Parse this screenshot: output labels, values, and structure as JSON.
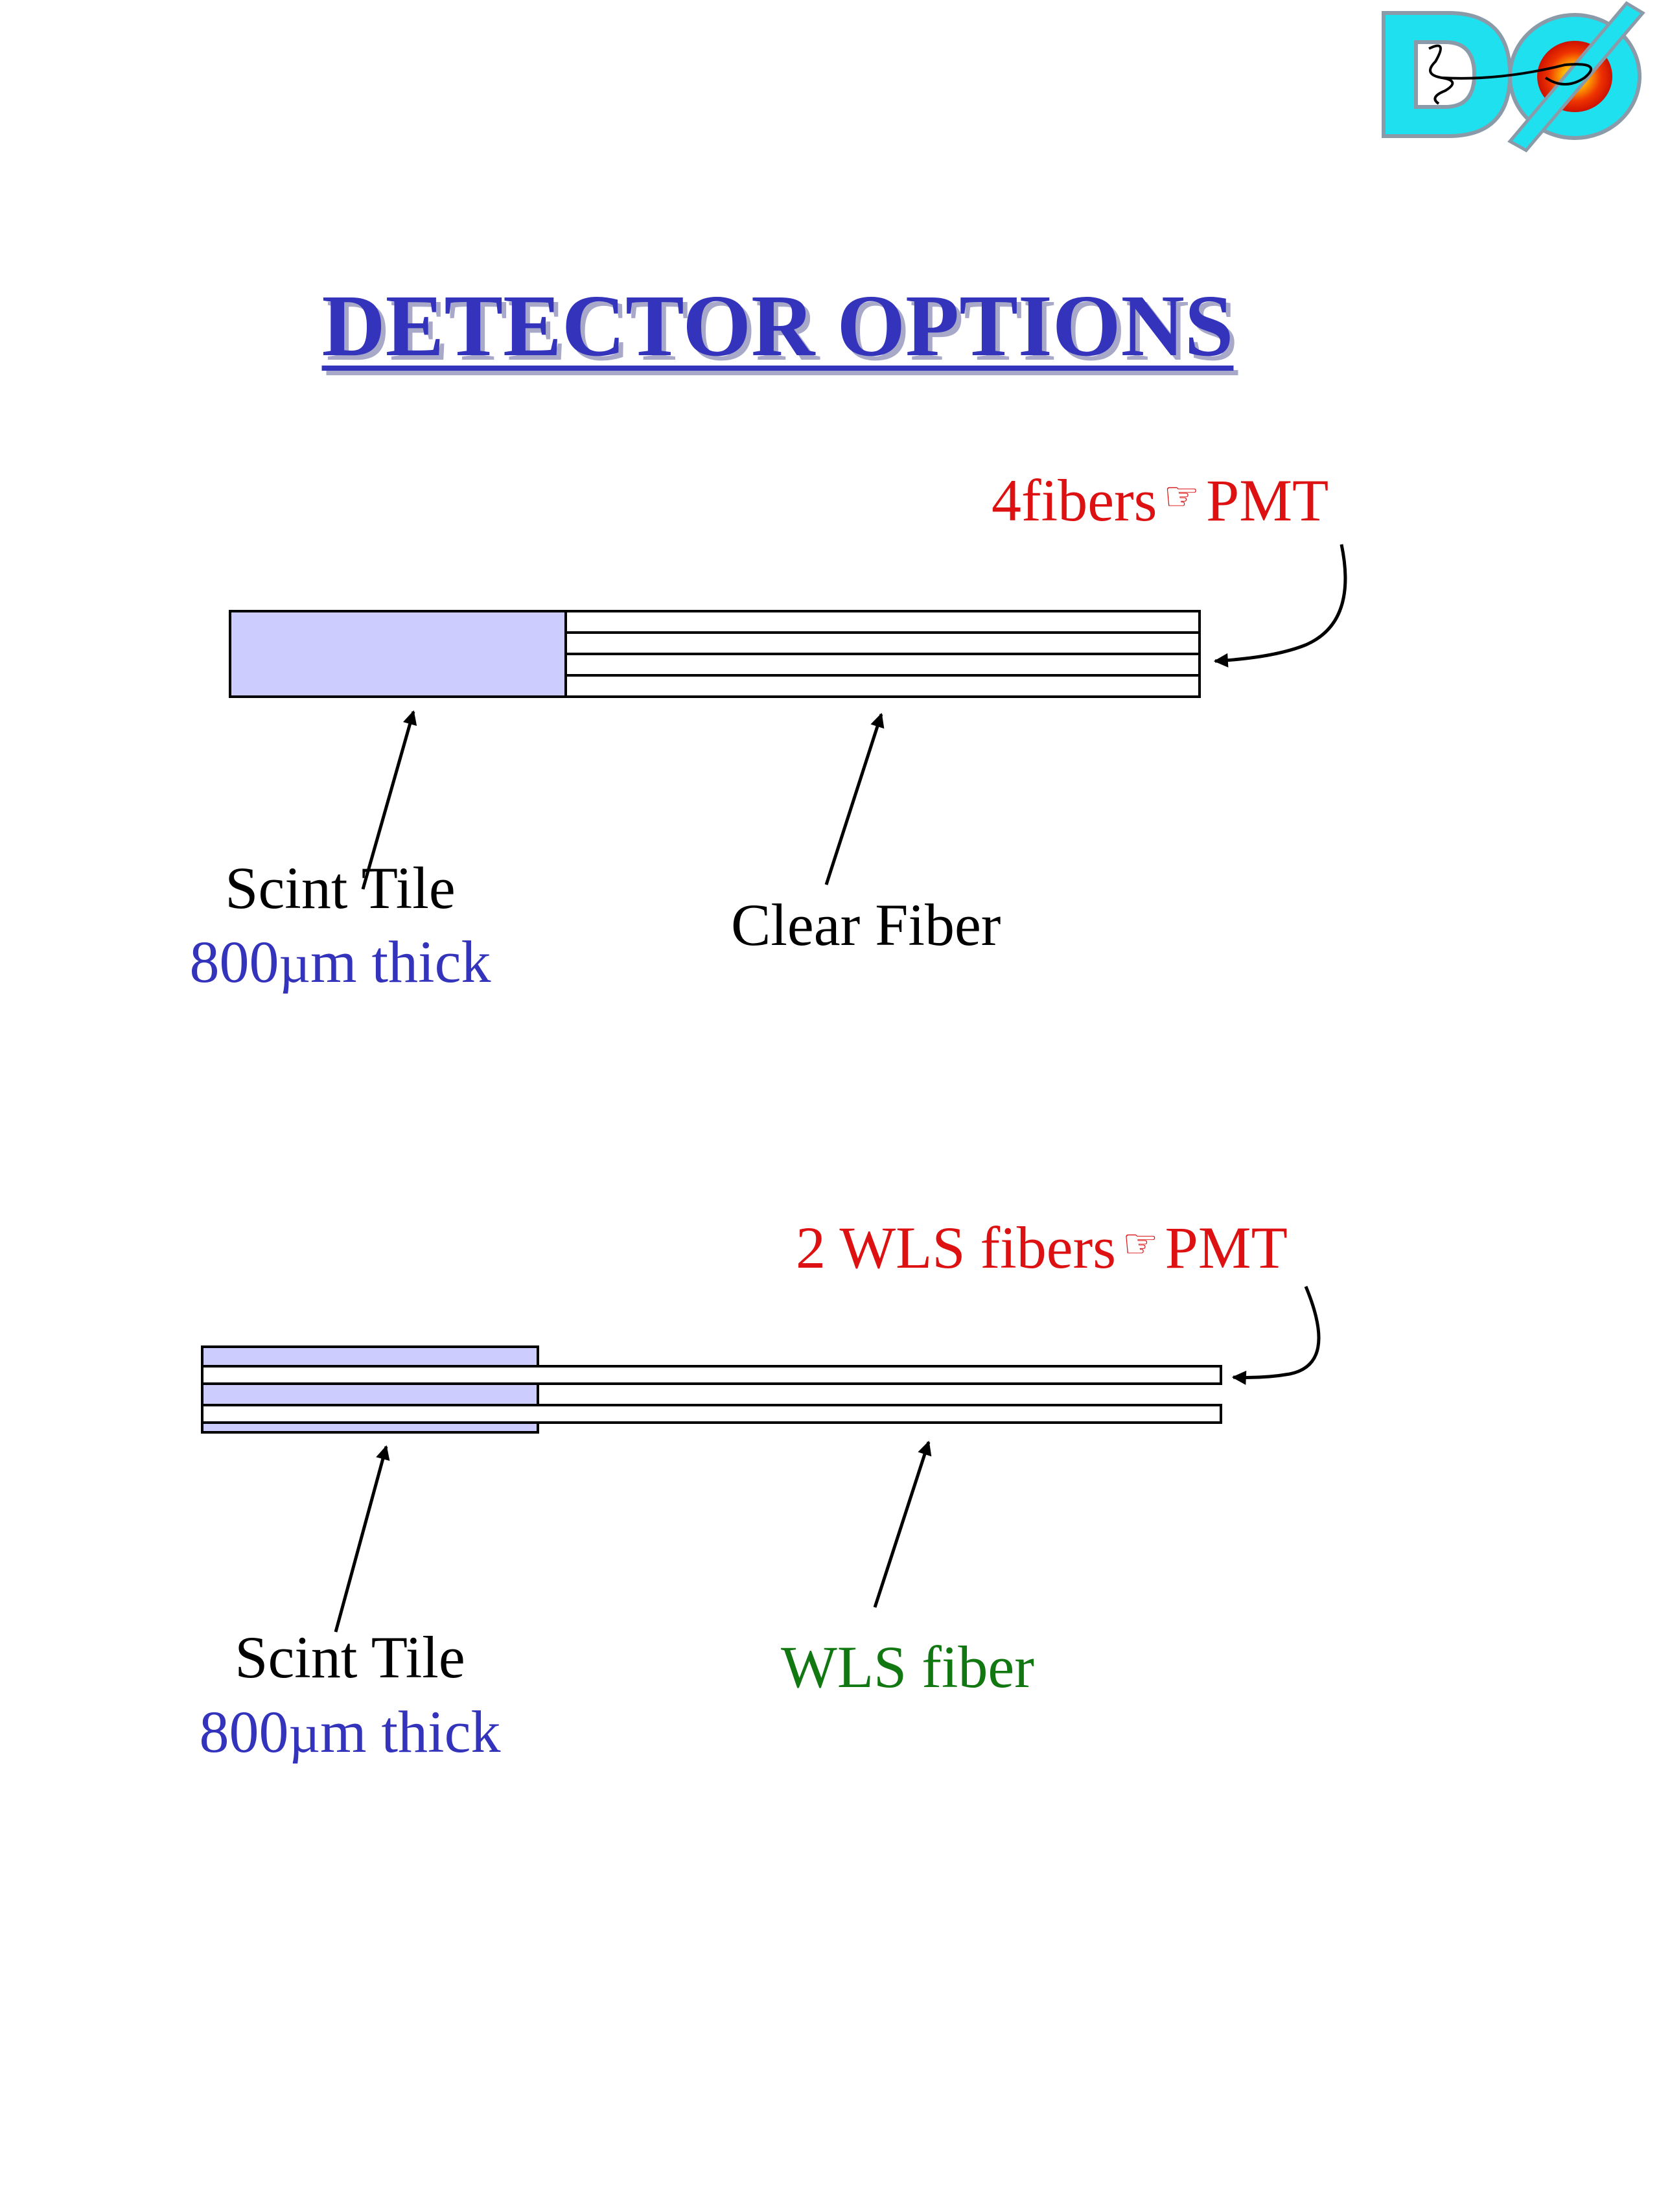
{
  "logo": {
    "text": "DØ"
  },
  "title": "DETECTOR OPTIONS",
  "panel1": {
    "readout_prefix": "4fibers",
    "readout_arrow": "☞",
    "readout_suffix": "PMT",
    "tile_label": "Scint Tile",
    "tile_thickness_value": "800",
    "tile_thickness_unit_symbol": "µ",
    "tile_thickness_rest": "m thick",
    "fiber_label": "Clear Fiber"
  },
  "panel2": {
    "readout_prefix": "2 WLS fibers",
    "readout_arrow": "☞",
    "readout_suffix": "PMT",
    "tile_label": "Scint Tile",
    "tile_thickness_value": "800",
    "tile_thickness_unit_symbol": "µ",
    "tile_thickness_rest": "m thick",
    "fiber_label": "WLS fiber"
  },
  "colors": {
    "title": "#3333bb",
    "scint_tile_fill": "#ccccff",
    "readout_text": "#dd1111",
    "thickness_text": "#3333bb",
    "wls_text": "#117711",
    "logo_cyan": "#1fe0ee"
  }
}
